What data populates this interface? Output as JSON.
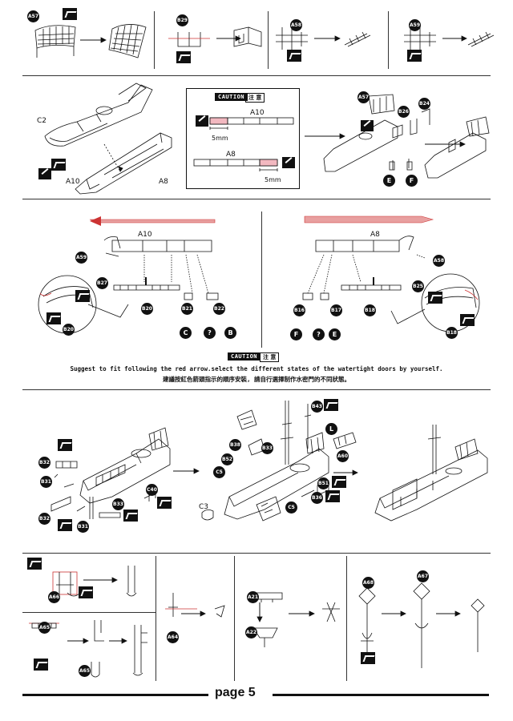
{
  "step1": {
    "badge_a57": "A57",
    "badge_b29": "B29",
    "badge_a58": "A58",
    "badge_a59": "A59"
  },
  "step2": {
    "label_c2": "C2",
    "label_a10": "A10",
    "label_a8": "A8",
    "caution_en": "CAUTION",
    "caution_cn": "注 意",
    "caution_a10": "A10",
    "caution_a8": "A8",
    "dim_left": "5mm",
    "dim_right": "5mm",
    "badge_a57": "A57",
    "badge_b26": "B26",
    "badge_b24": "B24",
    "badge_e": "E",
    "badge_f": "F"
  },
  "step3": {
    "left_label": "A10",
    "right_label": "A8",
    "left_badges": [
      "A59",
      "B27",
      "B20",
      "B21",
      "B22",
      "B20"
    ],
    "right_badges": [
      "A58",
      "B25",
      "B16",
      "B17",
      "B18",
      "B18"
    ],
    "left_doors": [
      "C",
      "?",
      "B"
    ],
    "right_doors": [
      "F",
      "?",
      "E"
    ],
    "caution_en": "CAUTION",
    "caution_cn": "注 意",
    "note_en": "Suggest to fit following the red arrow.select the different states of the watertight doors by yourself.",
    "note_cn": "建議按紅色箭頭指示的順序安裝, 請自行選擇制作水密門的不同狀態。"
  },
  "step4": {
    "left_badges": [
      "B32",
      "B31",
      "B33",
      "B32",
      "B31",
      "C40"
    ],
    "mid_badges": [
      "B38",
      "B52",
      "C5",
      "B33",
      "B43",
      "L",
      "A60",
      "B51",
      "B36",
      "C5"
    ],
    "label_c3": "C3"
  },
  "step5": {
    "badge_a66": "A66",
    "badge_a65": "A65",
    "badge_a65b": "A65",
    "badge_a64": "A64",
    "badge_a21": "A21",
    "badge_a22": "A22",
    "badge_a68": "A68",
    "badge_a67": "A67"
  },
  "footer": {
    "page": "page 5"
  }
}
